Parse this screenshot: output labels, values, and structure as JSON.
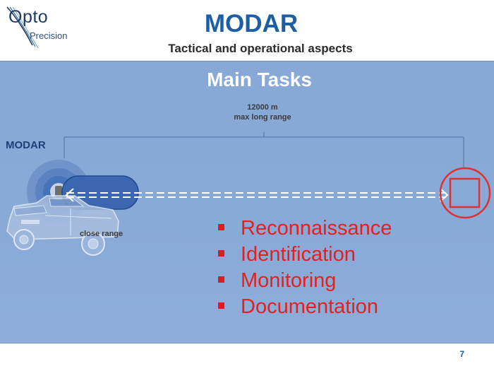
{
  "header": {
    "logo_text_main": "Opto",
    "logo_text_sub": "Precision",
    "title": "MODAR",
    "subtitle": "Tactical and operational aspects"
  },
  "panel": {
    "title": "Main Tasks",
    "range_value": "12000 m",
    "range_desc": "max long range",
    "device_label": "MODAR",
    "close_range_label": "close range",
    "tasks": [
      "Reconnaissance",
      "Identification",
      "Monitoring",
      "Documentation"
    ]
  },
  "colors": {
    "title_blue": "#1c5fa6",
    "task_red": "#e32121",
    "panel_blue": "#89a9d7",
    "target_red": "#e03030"
  },
  "icons": [
    "logo-swoosh-icon",
    "radar-waves-icon",
    "police-vehicle-icon",
    "target-square-icon"
  ],
  "footer": {
    "page_number": "7"
  }
}
